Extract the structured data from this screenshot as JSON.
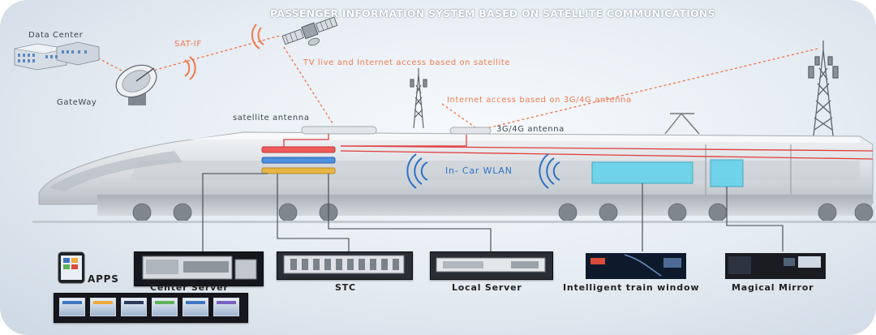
{
  "title": "PASSENGER INFORMATION SYSTEM BASED ON SATELLITE COMMUNICATIONS",
  "labels": {
    "data_center": "Data Center",
    "sat_if": "SAT-IF",
    "gateway": "GateWay",
    "tv_live": "TV live and Internet access based on satellite",
    "internet_access": "Internet access based on 3G/4G antenna",
    "satellite_antenna": "satellite antenna",
    "antenna_3g4g": "3G/4G antenna",
    "in_car_wlan": "In- Car WLAN",
    "apps": "APPS"
  },
  "devices": [
    {
      "id": "center-server",
      "label": "Center Server"
    },
    {
      "id": "stc",
      "label": "STC"
    },
    {
      "id": "local-server",
      "label": "Local Server"
    },
    {
      "id": "intelligent-train-window",
      "label": "Intelligent train window"
    },
    {
      "id": "magical-mirror",
      "label": "Magical Mirror"
    }
  ],
  "colors": {
    "link_orange": "#f07a4c",
    "cable_red": "#e23b3b",
    "wlan_blue": "#2e70c8",
    "screen_cyan": "#5fd3ec"
  },
  "icons": [
    "satellite-icon",
    "dish-icon",
    "building-icon",
    "tower-icon",
    "signal-icon",
    "phone-icon"
  ]
}
